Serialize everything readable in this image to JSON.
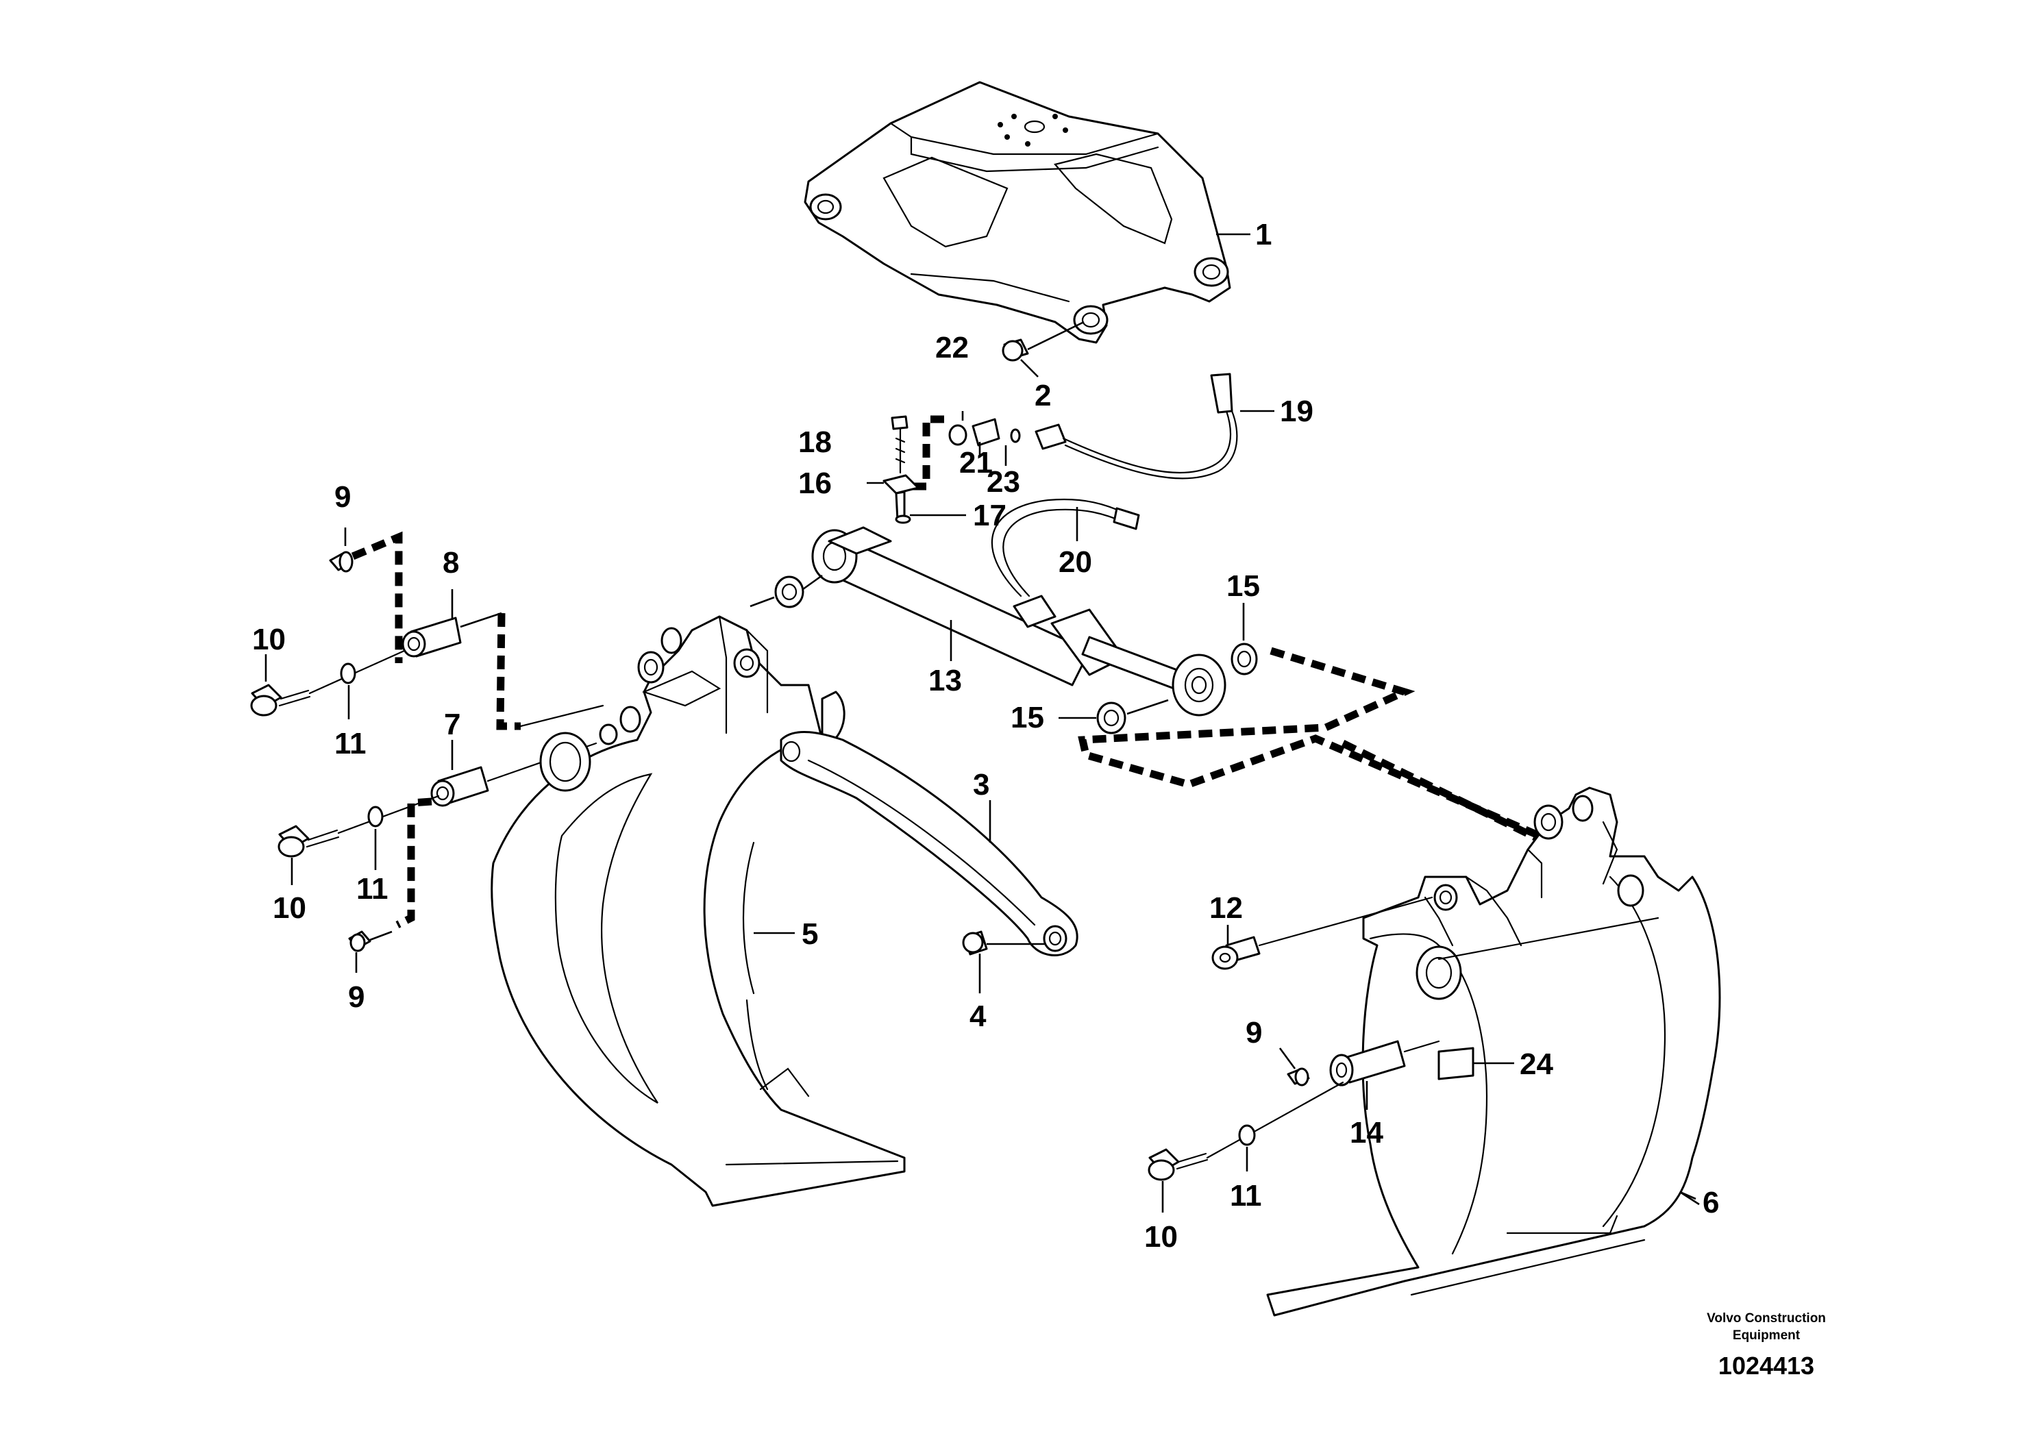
{
  "diagram": {
    "callouts": [
      "1",
      "2",
      "3",
      "4",
      "5",
      "6",
      "7",
      "8",
      "9",
      "9",
      "9",
      "10",
      "10",
      "10",
      "11",
      "11",
      "11",
      "12",
      "13",
      "14",
      "15",
      "15",
      "16",
      "17",
      "18",
      "19",
      "20",
      "21",
      "22",
      "23",
      "24"
    ]
  },
  "footer": {
    "manufacturer_line1": "Volvo Construction",
    "manufacturer_line2": "Equipment",
    "figure_number": "1024413"
  }
}
